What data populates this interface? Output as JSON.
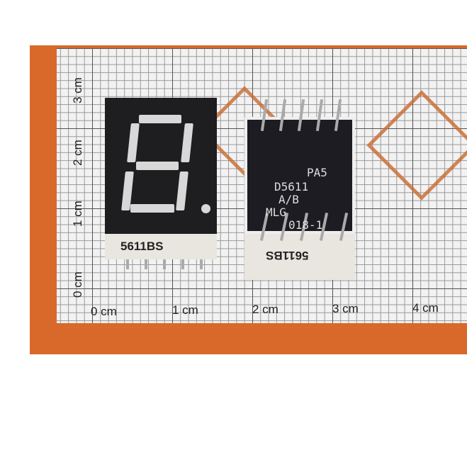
{
  "ruler": {
    "vertical": [
      "3 cm",
      "2 cm",
      "1 cm",
      "0 cm"
    ],
    "horizontal": [
      "0 cm",
      "1 cm",
      "2 cm",
      "3 cm",
      "4 cm"
    ]
  },
  "left_display": {
    "part_label": "5611BS"
  },
  "right_display": {
    "back_text": [
      "PA5",
      "D5611",
      "A/B",
      "MLG",
      "018-1"
    ],
    "part_label": "5611BS"
  }
}
